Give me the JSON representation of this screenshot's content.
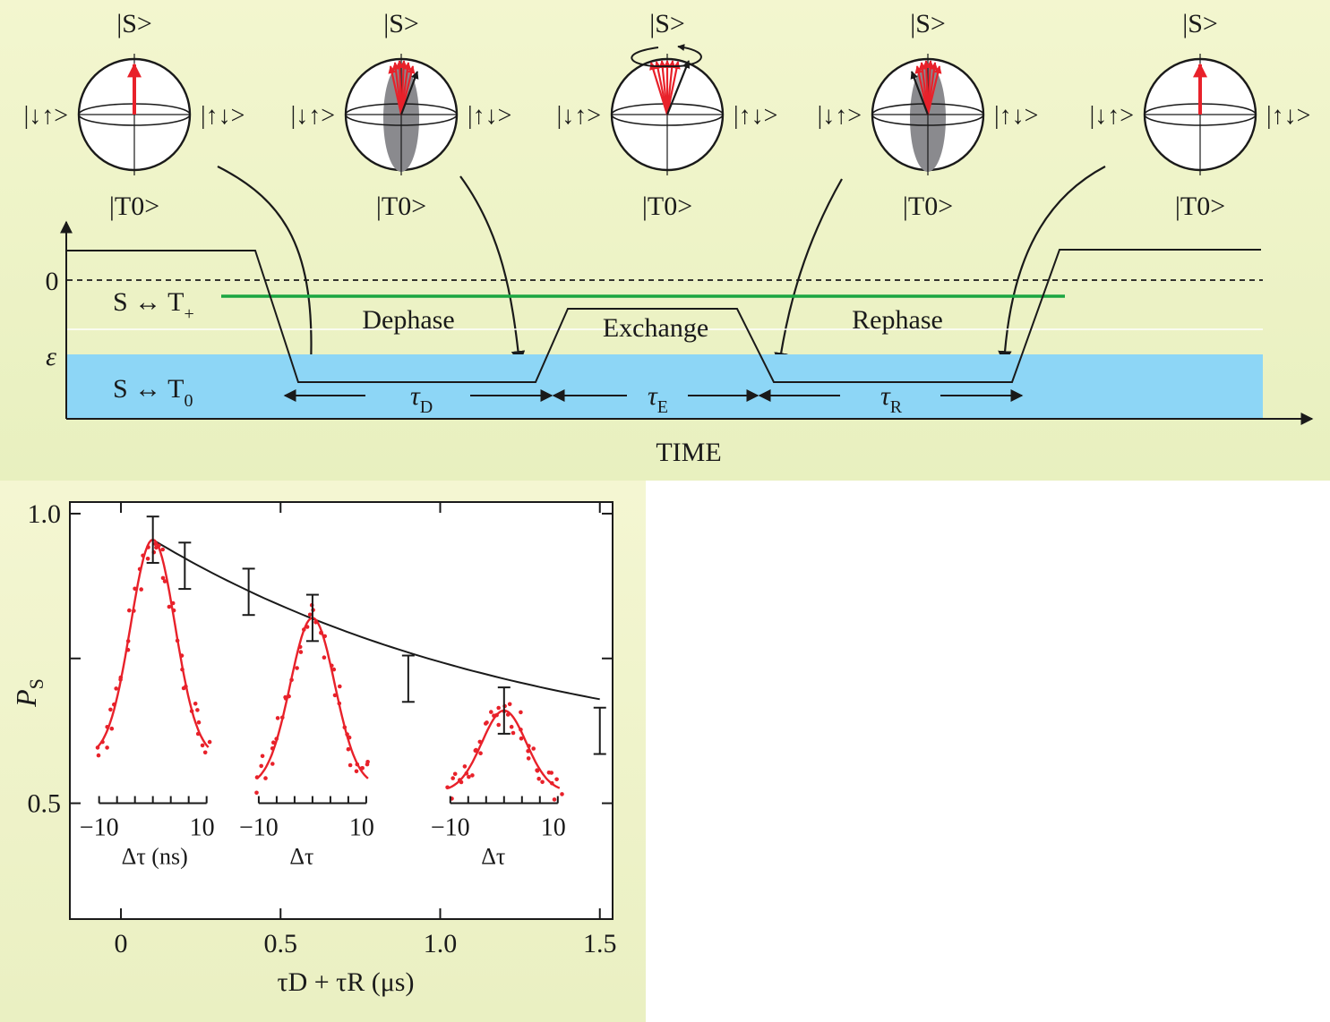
{
  "colors": {
    "background_top": "#eef3c6",
    "background_bottom": "#f1f3c8",
    "blue_region": "#8dd6f6",
    "green_line": "#1aa541",
    "red_vectors": "#e8212a",
    "dark_ellipse": "#8a8a8e"
  },
  "bloch": {
    "top_label": "|S>",
    "bottom_label": "|T0>",
    "left_label": "|↓↑>",
    "right_label": "|↑↓>",
    "spheres": [
      {
        "state": "initialized-singlet"
      },
      {
        "state": "dephased"
      },
      {
        "state": "exchange-rotated"
      },
      {
        "state": "rephasing"
      },
      {
        "state": "recovered-singlet"
      }
    ]
  },
  "timing": {
    "zero_label": "0",
    "epsilon_label": "ε",
    "s_tplus_label": "S ↔ T",
    "s_tplus_sub": "+",
    "s_t0_label": "S ↔ T",
    "s_t0_sub": "0",
    "dephase_label": "Dephase",
    "exchange_label": "Exchange",
    "rephase_label": "Rephase",
    "tau_d": "τ",
    "tau_d_sub": "D",
    "tau_e": "τ",
    "tau_e_sub": "E",
    "tau_r": "τ",
    "tau_r_sub": "R",
    "xaxis_label": "TIME"
  },
  "chart_data": {
    "type": "line",
    "ylabel": "P",
    "ylabel_sub": "S",
    "xlabel": "τD + τR (μs)",
    "xlim": [
      -0.16,
      1.54
    ],
    "ylim": [
      0.3,
      1.02
    ],
    "x_ticks": [
      "0",
      "0.5",
      "1.0",
      "1.5"
    ],
    "x_tick_values": [
      0,
      0.5,
      1.0,
      1.5
    ],
    "y_ticks": [
      "1.0",
      "0.5"
    ],
    "y_tick_values": [
      1.0,
      0.5
    ],
    "series": [
      {
        "kind": "decay-fit-with-errorbars",
        "x": [
          0.1,
          0.2,
          0.4,
          0.6,
          0.9,
          1.2,
          1.5
        ],
        "y": [
          0.955,
          0.91,
          0.865,
          0.82,
          0.715,
          0.66,
          0.625
        ],
        "err": [
          0.04,
          0.04,
          0.04,
          0.04,
          0.04,
          0.04,
          0.04
        ]
      }
    ],
    "insets": [
      {
        "xlabel": "Δτ (ns)",
        "xticks": [
          "−10",
          "10"
        ],
        "peak_x_us": 0.1,
        "peak": 0.955,
        "base": 0.58
      },
      {
        "xlabel": "Δτ",
        "xticks": [
          "−10",
          "10"
        ],
        "peak_x_us": 0.6,
        "peak": 0.82,
        "base": 0.53
      },
      {
        "xlabel": "Δτ",
        "xticks": [
          "−10",
          "10"
        ],
        "peak_x_us": 1.2,
        "peak": 0.66,
        "base": 0.52
      }
    ]
  }
}
